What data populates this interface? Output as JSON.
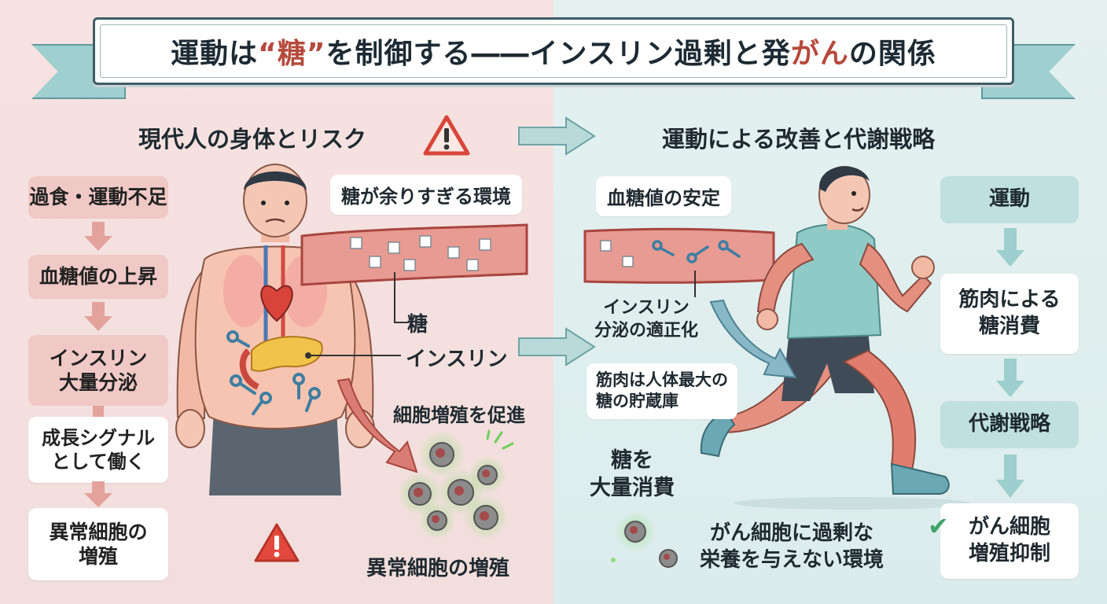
{
  "title": {
    "part1": "運動は",
    "quote_open": "“",
    "highlight_sugar": "糖",
    "quote_close": "”",
    "part2": "を制御する――インスリン過剰と発",
    "highlight_cancer": "がん",
    "part3": "の関係"
  },
  "left": {
    "heading": "現代人の身体とリスク",
    "flow": [
      "過食・運動不足",
      "血糖値の上昇",
      "インスリン\n大量分泌",
      "成長シグナル\nとして働く",
      "異常細胞の\n増殖"
    ],
    "labels": {
      "excess_sugar": "糖が余りすぎる環境",
      "sugar": "糖",
      "insulin": "インスリン",
      "promote": "細胞増殖を促進",
      "abnormal": "異常細胞の増殖"
    }
  },
  "right": {
    "heading": "運動による改善と代謝戦略",
    "labels": {
      "stable": "血糖値の安定",
      "insulin_normal": "インスリン\n分泌の適正化",
      "muscle_storage": "筋肉は人体最大の\n糖の貯蔵庫",
      "consume": "糖を\n大量消費",
      "environment": "がん細胞に過剰な\n栄養を与えない環境"
    },
    "flow": [
      "運動",
      "筋肉による\n糖消費",
      "代謝戦略",
      "がん細胞\n増殖抑制"
    ],
    "check_icon": "✔"
  },
  "colors": {
    "accent_red": "#b54a3c",
    "left_bg": "#f6e3e1",
    "right_bg": "#e4f1f0",
    "teal": "#bfe0df",
    "pink": "#f0c9c6"
  }
}
